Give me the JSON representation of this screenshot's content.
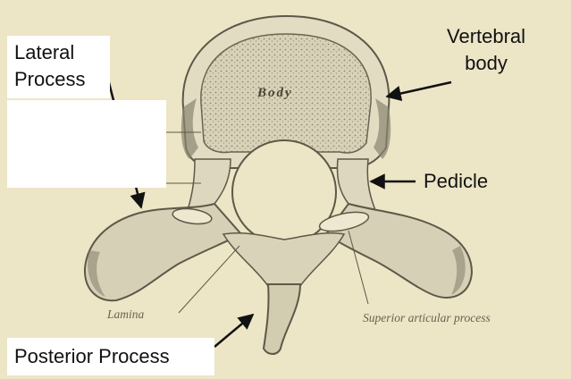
{
  "figure": {
    "callouts": {
      "lateral_process_line1": "Lateral",
      "lateral_process_line2": "Process",
      "vertebral_body_line1": "Vertebral",
      "vertebral_body_line2": "body",
      "pedicle": "Pedicle",
      "posterior_process": "Posterior Process"
    },
    "engraved_labels": {
      "body": "Body",
      "lamina": "Lamina",
      "superior_articular_process": "Superior articular process"
    },
    "colors": {
      "background": "#ece5c6",
      "bone_fill": "#ddd7bf",
      "bone_shadow": "#8a8470",
      "arrow": "#111111",
      "label_box": "#ffffff"
    }
  }
}
